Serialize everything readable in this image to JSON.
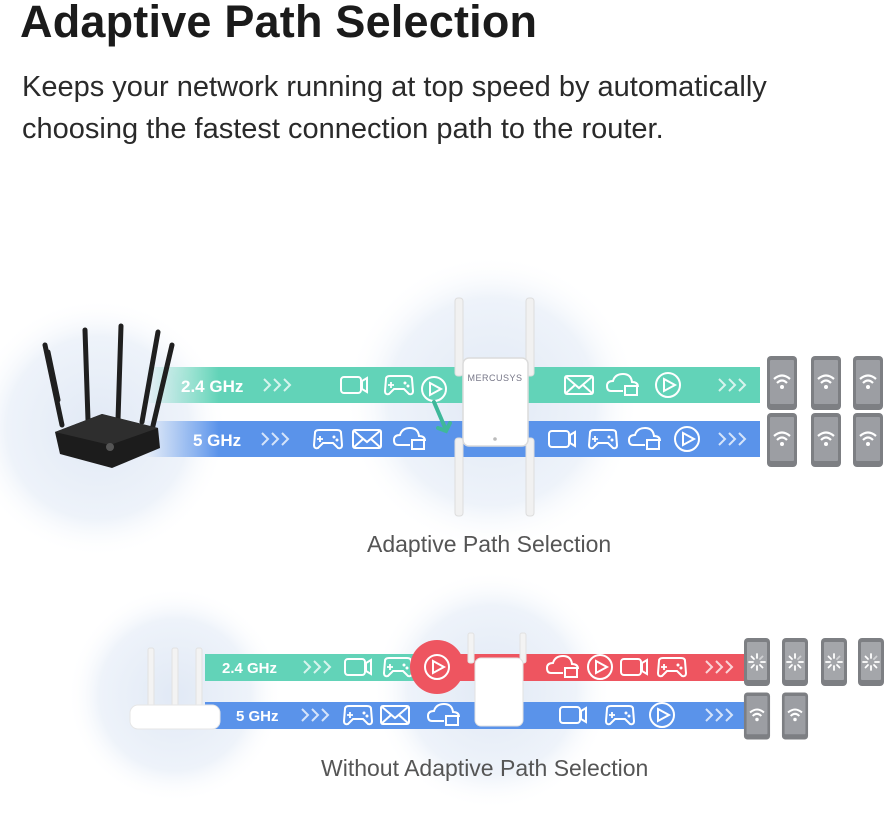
{
  "heading": "Adaptive Path Selection",
  "subheading": "Keeps your network running at top speed by automatically choosing the fastest connection path to the router.",
  "diagram_top": {
    "band_24": "2.4 GHz",
    "band_5": "5 GHz",
    "extender_brand": "MERCUSYS",
    "caption": "Adaptive Path Selection"
  },
  "diagram_bottom": {
    "band_24": "2.4 GHz",
    "band_5": "5 GHz",
    "caption": "Without Adaptive Path Selection"
  },
  "colors": {
    "teal": "#62d3b8",
    "blue": "#5a93ea",
    "red": "#ee5560",
    "halo": "#eaf0f8"
  }
}
